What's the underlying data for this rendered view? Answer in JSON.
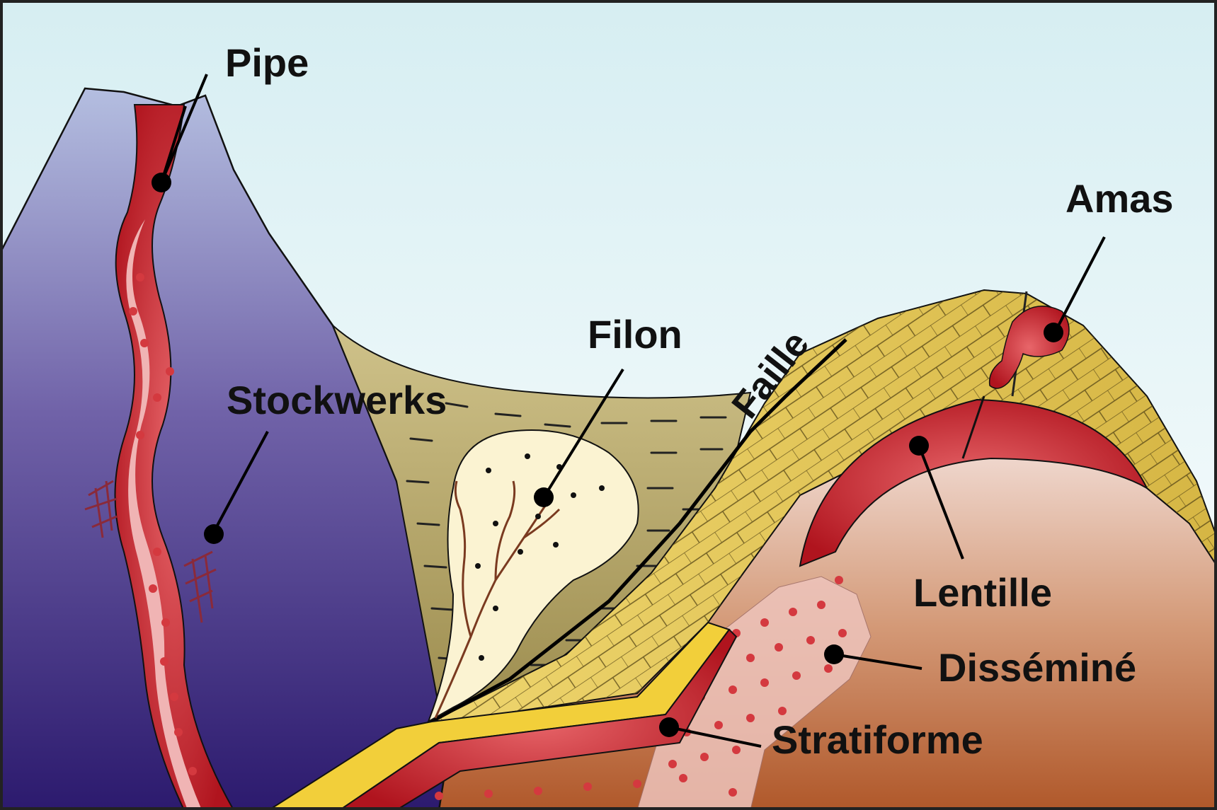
{
  "labels": {
    "pipe": "Pipe",
    "stockwerks": "Stockwerks",
    "filon": "Filon",
    "faille": "Faille",
    "amas": "Amas",
    "lentille": "Lentille",
    "dissemine": "Disséminé",
    "stratiforme": "Stratiforme"
  },
  "colors": {
    "sky_top": "#d6eef2",
    "sky_bottom": "#ffffff",
    "volcano_top": "#b4bee0",
    "volcano_bottom": "#2c1a6e",
    "sediment": "#b8a868",
    "limestone": "#e2c75a",
    "ore_red": "#c8202a",
    "ore_pink": "#f0b4b4",
    "basement_top": "#f2ddd6",
    "basement_bottom": "#b0582a",
    "filon_body": "#fbf3d2",
    "outline": "#111111"
  }
}
